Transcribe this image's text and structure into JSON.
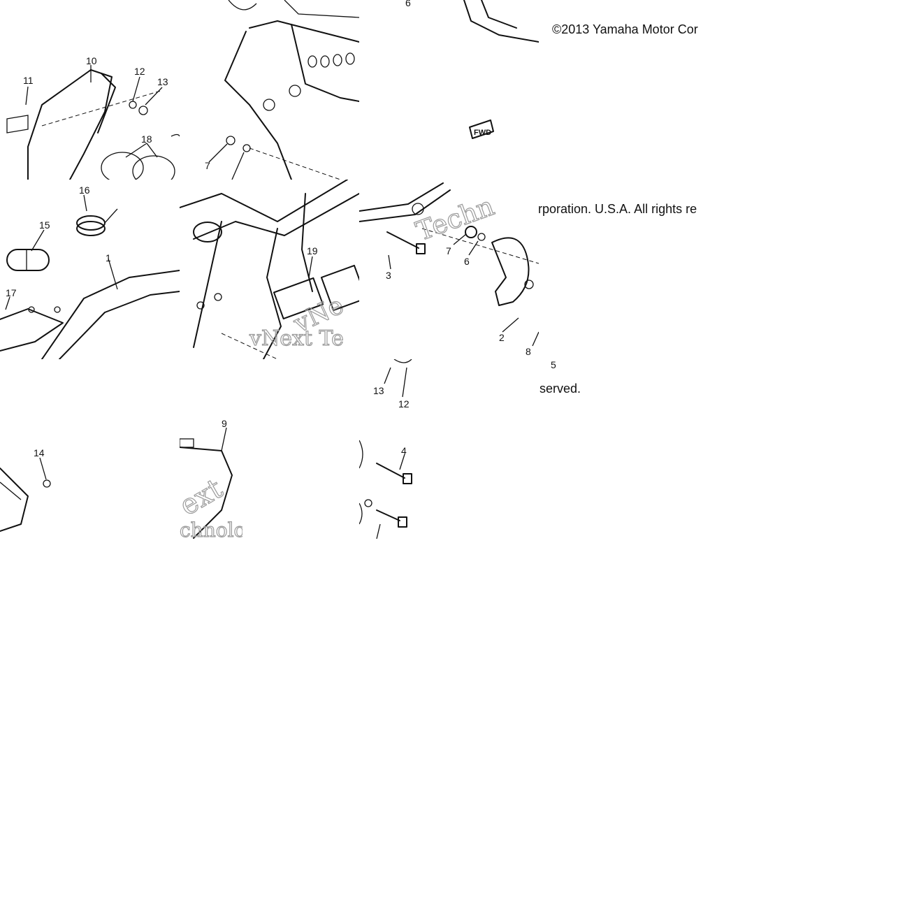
{
  "diagram": {
    "copyright_fragments": {
      "part1": "©2013 Yamaha Motor Cor",
      "part2": "rporation. U.S.A. All rights re",
      "part3": "served."
    },
    "watermark_fragments": {
      "wm1": "Techn",
      "wm2": "vNext Te",
      "wm3": "vNe",
      "wm4": "ext",
      "wm5": "chnolo"
    },
    "badge": "FWD",
    "callouts": {
      "c1": "1",
      "c2": "2",
      "c3": "3",
      "c4": "4",
      "c5": "5",
      "c6": "6",
      "c6b": "6",
      "c7": "7",
      "c7b": "7",
      "c8": "8",
      "c9": "9",
      "c10": "10",
      "c11": "11",
      "c12": "12",
      "c12b": "12",
      "c13": "13",
      "c13b": "13",
      "c14": "14",
      "c15": "15",
      "c16": "16",
      "c17": "17",
      "c18": "18",
      "c19": "19"
    }
  }
}
